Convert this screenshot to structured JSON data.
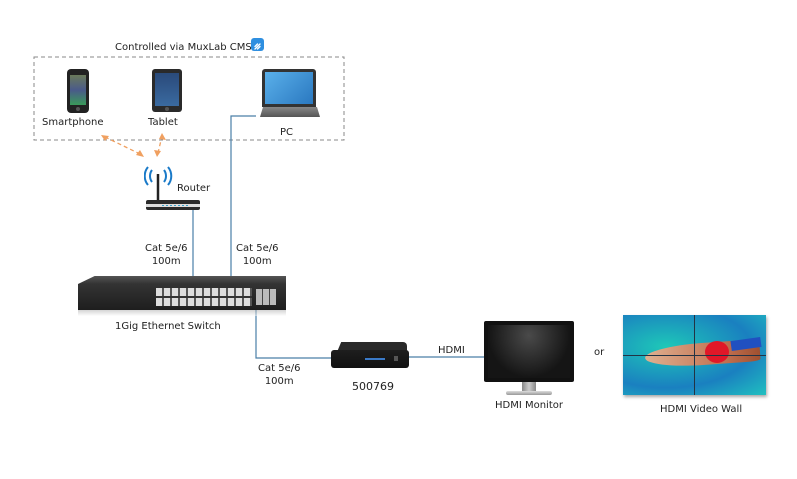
{
  "group": {
    "title": "Controlled via MuxLab CMS",
    "app_icon": "muxlab-cms-app-icon",
    "devices": [
      {
        "name": "Smartphone",
        "icon": "smartphone-icon"
      },
      {
        "name": "Tablet",
        "icon": "tablet-icon"
      },
      {
        "name": "PC",
        "icon": "laptop-icon"
      }
    ]
  },
  "router": {
    "label": "Router",
    "icon": "wifi-router-icon"
  },
  "switch": {
    "label": "1Gig Ethernet Switch",
    "icon": "ethernet-switch-icon"
  },
  "cables": {
    "router_to_switch": {
      "type": "Cat 5e/6",
      "length": "100m"
    },
    "pc_to_switch": {
      "type": "Cat 5e/6",
      "length": "100m"
    },
    "switch_to_decoder": {
      "type": "Cat 5e/6",
      "length": "100m"
    },
    "decoder_to_display": {
      "type": "HDMI"
    }
  },
  "decoder": {
    "model": "500769",
    "icon": "av-over-ip-decoder-icon"
  },
  "displays": {
    "monitor": {
      "label": "HDMI Monitor",
      "icon": "monitor-icon"
    },
    "separator": "or",
    "video_wall": {
      "label": "HDMI Video Wall",
      "icon": "video-wall-icon"
    }
  },
  "colors": {
    "wire": "#4a7fa8",
    "wireless": "#f0a060",
    "dashed_border": "#888888",
    "app_icon_bg": "#2f8fe0"
  }
}
